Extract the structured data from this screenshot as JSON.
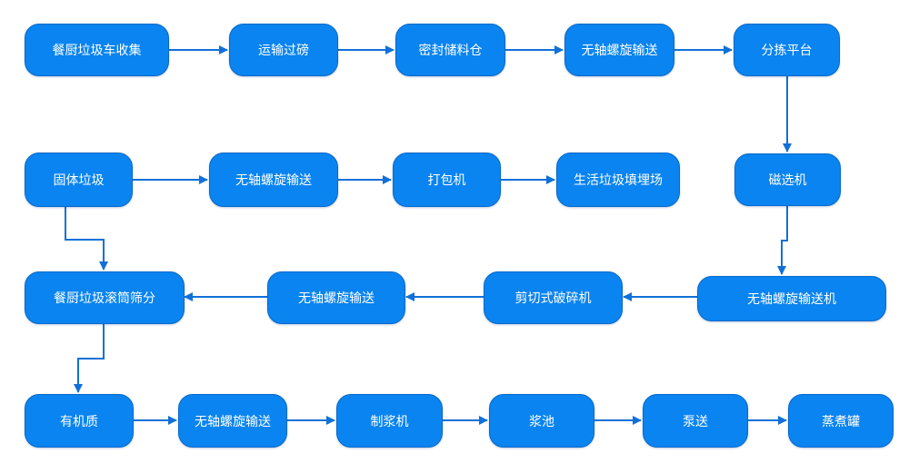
{
  "nodes": {
    "n1": "餐厨垃圾车收集",
    "n2": "运输过磅",
    "n3": "密封储料仓",
    "n4": "无轴螺旋输送",
    "n5": "分拣平台",
    "n6": "磁选机",
    "n7": "无轴螺旋输送机",
    "n8": "剪切式破碎机",
    "n9": "无轴螺旋输送",
    "n10": "餐厨垃圾滚筒筛分",
    "n11": "固体垃圾",
    "n12": "无轴螺旋输送",
    "n13": "打包机",
    "n14": "生活垃圾填埋场",
    "n15": "有机质",
    "n16": "无轴螺旋输送",
    "n17": "制浆机",
    "n18": "浆池",
    "n19": "泵送",
    "n20": "蒸煮罐"
  },
  "colors": {
    "node_fill": "#0a84f0",
    "node_text": "#ffffff",
    "connector": "#1170d8"
  }
}
